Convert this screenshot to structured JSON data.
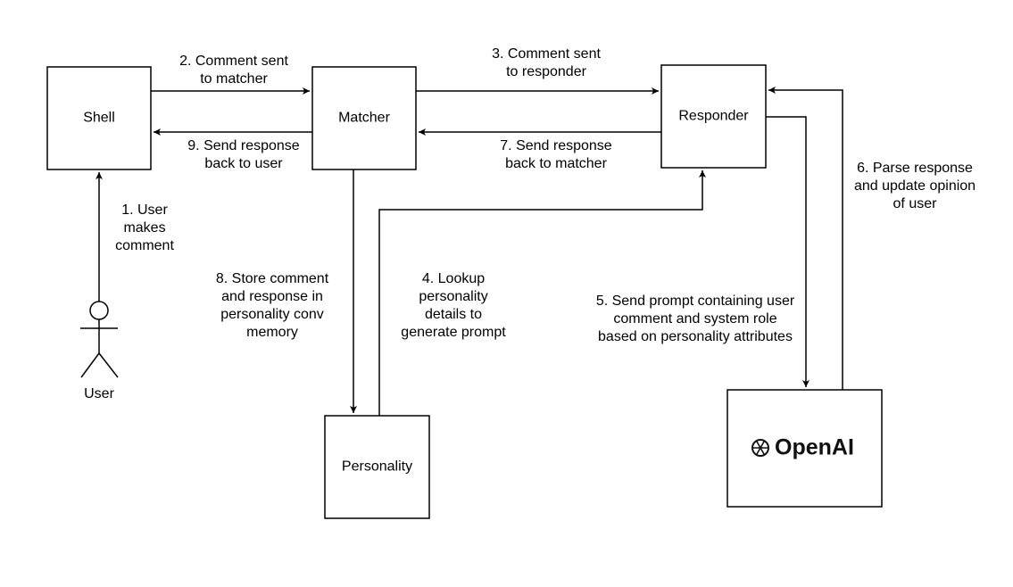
{
  "nodes": {
    "shell": "Shell",
    "matcher": "Matcher",
    "responder": "Responder",
    "personality": "Personality",
    "openai": "OpenAI",
    "user": "User"
  },
  "edges": {
    "e1": [
      "1. User",
      "makes",
      "comment"
    ],
    "e2": [
      "2. Comment sent",
      "to matcher"
    ],
    "e3": [
      "3. Comment sent",
      "to responder"
    ],
    "e4": [
      "4. Lookup",
      "personality",
      "details to",
      "generate prompt"
    ],
    "e5": [
      "5. Send prompt containing user",
      "comment and system role",
      "based on personality attributes"
    ],
    "e6": [
      "6. Parse response",
      "and update opinion",
      "of user"
    ],
    "e7": [
      "7. Send response",
      "back to matcher"
    ],
    "e8": [
      "8. Store comment",
      "and response in",
      "personality conv",
      "memory"
    ],
    "e9": [
      "9. Send response",
      "back to user"
    ]
  },
  "icons": {
    "openai_logo": "openai-logo-icon",
    "user_actor": "stick-figure-icon"
  },
  "colors": {
    "stroke": "#000000",
    "background": "#ffffff"
  }
}
